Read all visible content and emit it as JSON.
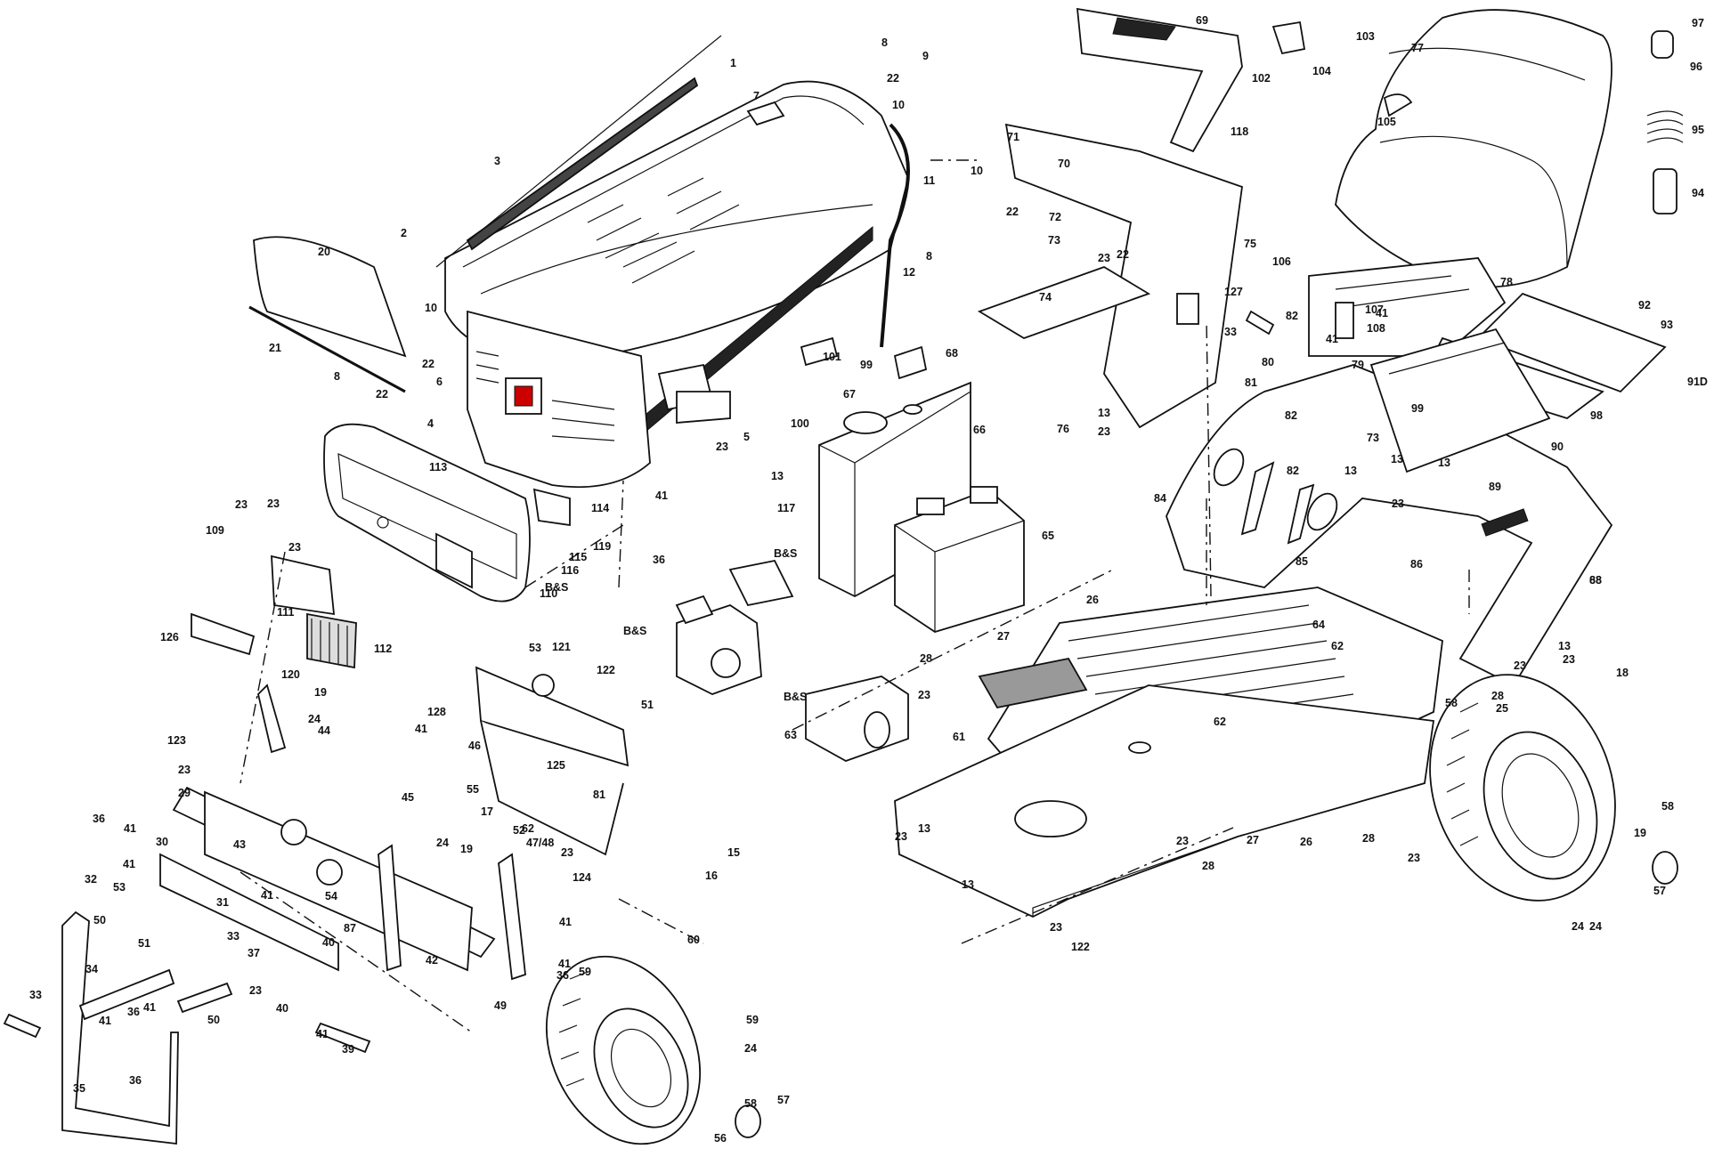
{
  "labels": [
    "1",
    "2",
    "3",
    "4",
    "5",
    "6",
    "7",
    "8",
    "9",
    "10",
    "11",
    "12",
    "13",
    "15",
    "16",
    "17",
    "18",
    "19",
    "20",
    "21",
    "22",
    "23",
    "24",
    "25",
    "26",
    "27",
    "28",
    "29",
    "30",
    "31",
    "32",
    "33",
    "34",
    "35",
    "36",
    "37",
    "39",
    "40",
    "41",
    "42",
    "43",
    "44",
    "45",
    "46",
    "47/48",
    "49",
    "50",
    "51",
    "52",
    "53",
    "54",
    "55",
    "56",
    "57",
    "58",
    "59",
    "60",
    "61",
    "62",
    "63",
    "64",
    "65",
    "66",
    "67",
    "68",
    "69",
    "70",
    "71",
    "72",
    "73",
    "74",
    "75",
    "76",
    "77",
    "78",
    "79",
    "80",
    "81",
    "82",
    "84",
    "85",
    "86",
    "87",
    "88",
    "89",
    "90",
    "91D",
    "92",
    "93",
    "94",
    "95",
    "96",
    "97",
    "98",
    "99",
    "100",
    "101",
    "102",
    "103",
    "104",
    "105",
    "106",
    "107",
    "108",
    "109",
    "110",
    "111",
    "112",
    "113",
    "114",
    "115",
    "116",
    "117",
    "118",
    "119",
    "120",
    "121",
    "122",
    "123",
    "124",
    "125",
    "126",
    "127",
    "128",
    "B&S"
  ]
}
